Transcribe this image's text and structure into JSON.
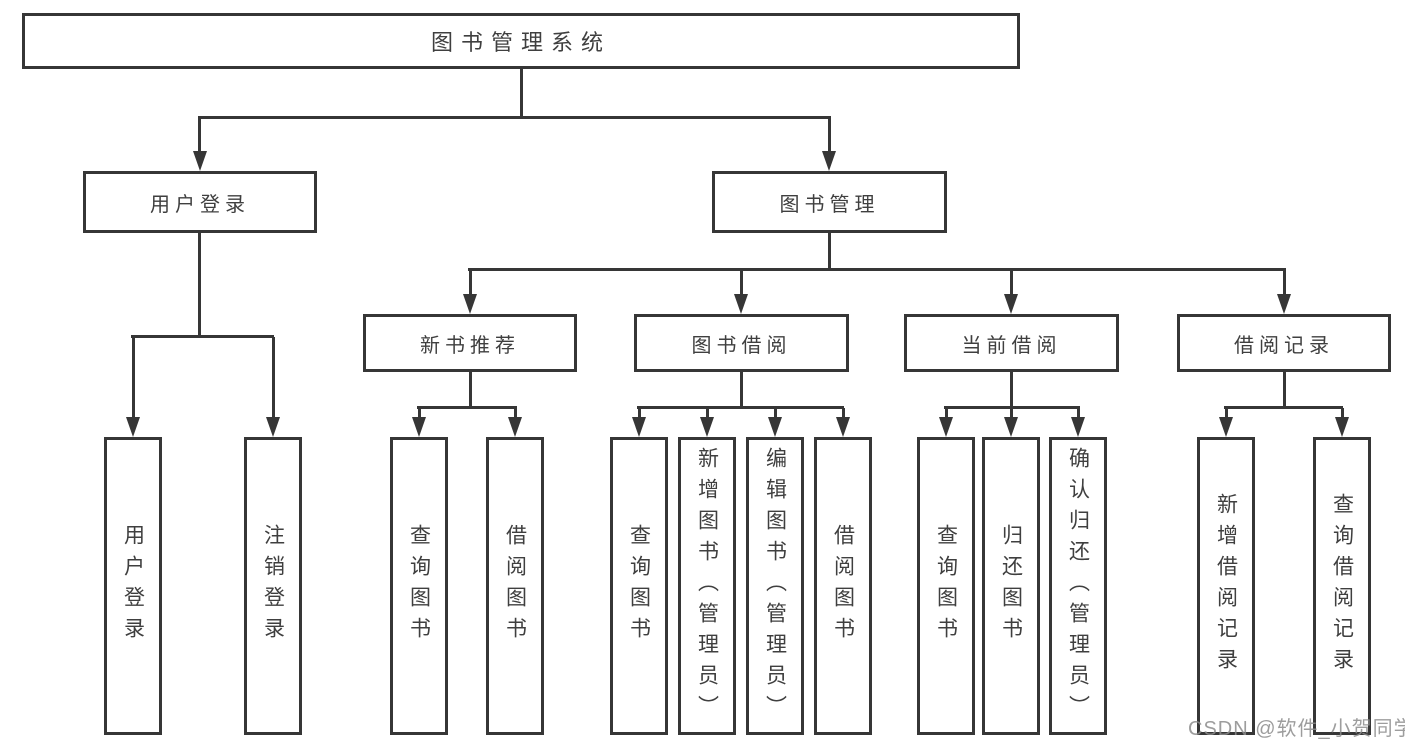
{
  "tree": {
    "root": {
      "label": "图书管理系统"
    },
    "level1": [
      {
        "id": "user-login",
        "label": "用户登录",
        "leaves": [
          {
            "label": "用户登录"
          },
          {
            "label": "注销登录"
          }
        ]
      },
      {
        "id": "book-management",
        "label": "图书管理"
      }
    ],
    "level2": [
      {
        "id": "new-book-recommend",
        "label": "新书推荐",
        "leaves": [
          {
            "label": "查询图书"
          },
          {
            "label": "借阅图书"
          }
        ]
      },
      {
        "id": "book-borrowing",
        "label": "图书借阅",
        "leaves": [
          {
            "label": "查询图书"
          },
          {
            "label": "新增图书（管理员）"
          },
          {
            "label": "编辑图书（管理员）"
          },
          {
            "label": "借阅图书"
          }
        ]
      },
      {
        "id": "current-borrowing",
        "label": "当前借阅",
        "leaves": [
          {
            "label": "查询图书"
          },
          {
            "label": "归还图书"
          },
          {
            "label": "确认归还（管理员）"
          }
        ]
      },
      {
        "id": "borrowing-records",
        "label": "借阅记录",
        "leaves": [
          {
            "label": "新增借阅记录"
          },
          {
            "label": "查询借阅记录"
          }
        ]
      }
    ]
  },
  "watermark": {
    "text": "CSDN @软件_小贺同学"
  },
  "colors": {
    "line": "#363636",
    "text": "#3f3f3f",
    "watermark": "#8c8c8c",
    "background": "#ffffff"
  }
}
